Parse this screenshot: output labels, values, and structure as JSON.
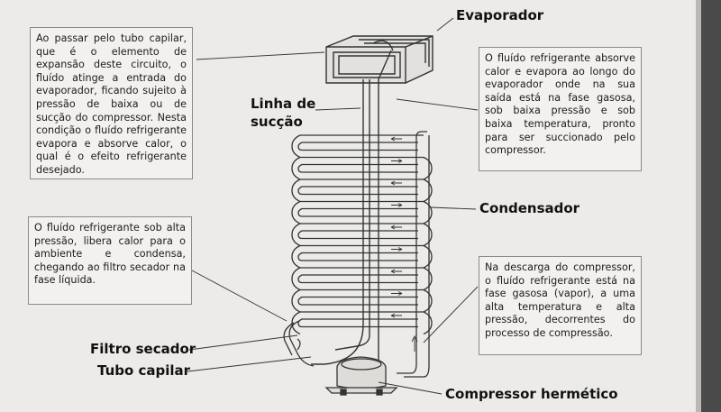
{
  "labels": {
    "evaporador": "Evaporador",
    "linha_sucao_1": "Linha de",
    "linha_sucao_2": "sucção",
    "condensador": "Condensador",
    "filtro": "Filtro secador",
    "tubo": "Tubo capilar",
    "compressor": "Compressor hermético"
  },
  "notes": {
    "capilar": "Ao passar pelo tubo capilar, que é o elemento de expansão deste circuito, o fluído atinge a entrada do evaporador, ficando sujeito à pressão de baixa ou de sucção do compressor. Nesta condição o fluído refrigerante evapora e absorve calor, o qual é o efeito refrigerante desejado.",
    "evaporador": "O fluído refrigerante absorve calor e evapora ao longo do evaporador onde na sua saída está na fase gasosa, sob baixa pressão e sob baixa temperatura, pronto para ser succionado pelo compressor.",
    "condensador": "O fluído refrigerante sob alta pressão, libera calor para o ambiente e condensa, chegando ao filtro secador na fase líquida.",
    "compressor": "Na descarga do compressor, o fluído refrigerante está na fase gasosa (vapor), a uma alta temperatura e alta pressão, decorrentes do processo de compressão."
  }
}
